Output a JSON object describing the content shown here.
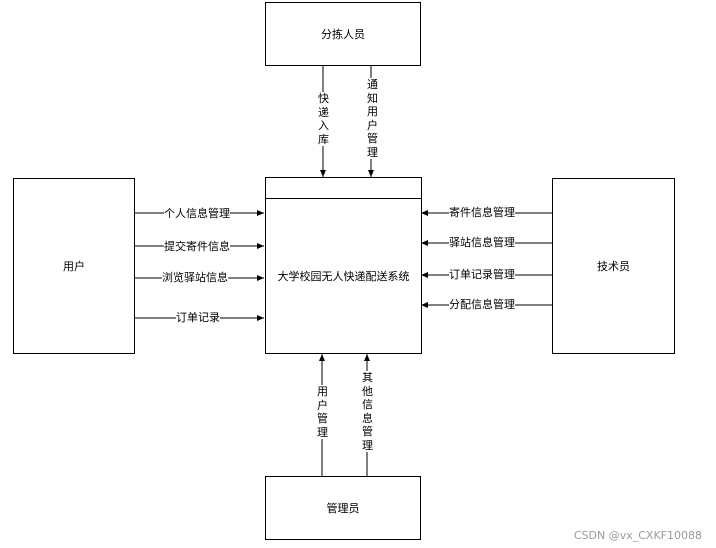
{
  "entities": {
    "sorter": "分拣人员",
    "user": "用户",
    "center": "大学校园无人快递配送系统",
    "tech": "技术员",
    "admin": "管理员"
  },
  "flows": {
    "sorter_in": "快递入库",
    "sorter_out": "通知用户管理",
    "user1": "个人信息管理",
    "user2": "提交寄件信息",
    "user3": "浏览驿站信息",
    "user4": "订单记录",
    "tech1": "寄件信息管理",
    "tech2": "驿站信息管理",
    "tech3": "订单记录管理",
    "tech4": "分配信息管理",
    "admin1": "用户管理",
    "admin2": "其他信息管理"
  },
  "watermark": "CSDN @vx_CXKF10088"
}
